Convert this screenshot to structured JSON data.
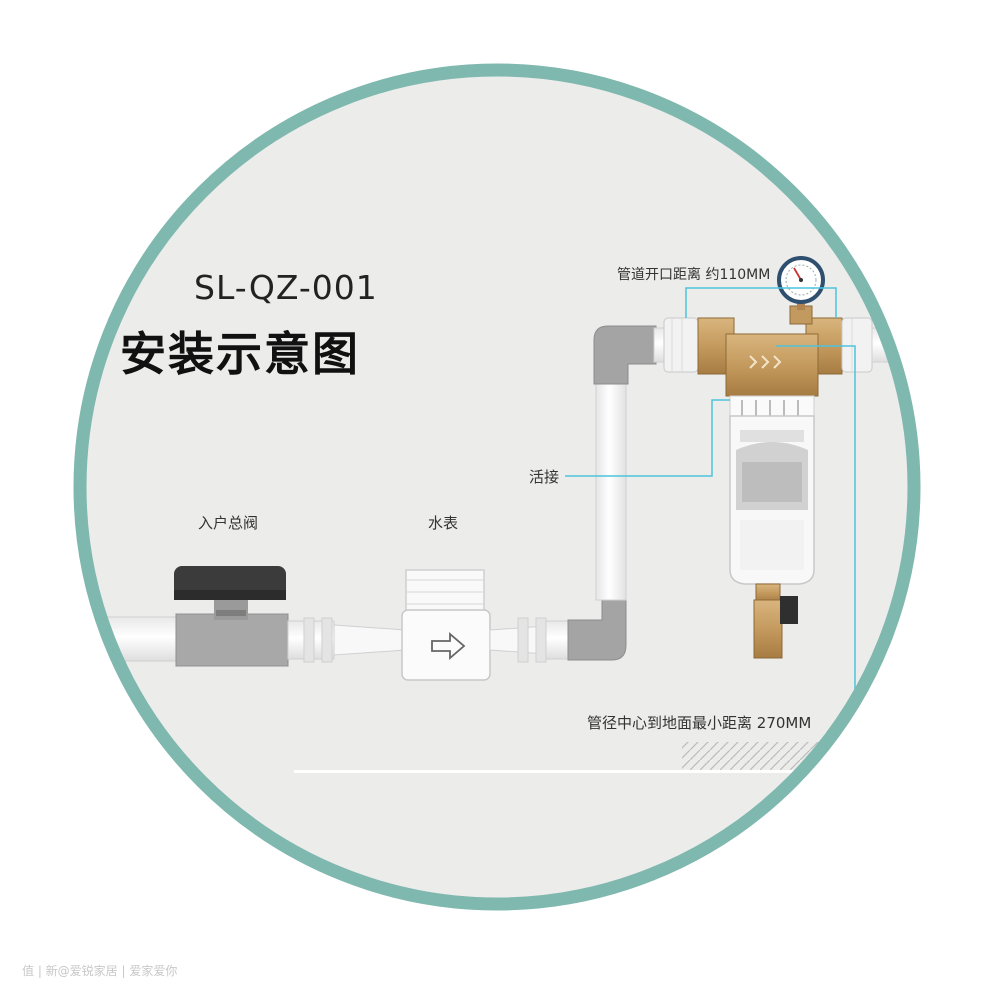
{
  "model": "SL-QZ-001",
  "title": "安装示意图",
  "labels": {
    "main_valve": "入户总阀",
    "water_meter": "水表",
    "union_joint": "活接",
    "pipe_gap": "管道开口距离 约110MM",
    "min_height": "管径中心到地面最小距离 270MM"
  },
  "watermark": "值 | 新@爱锐家居 | 爱家爱你",
  "colors": {
    "ring": "#7fb8ae",
    "background": "#ececeb",
    "pipe_white": "#f7f7f7",
    "fitting_gray": "#a6a6a6",
    "brass": "#c49a5e",
    "leader_line": "#4cc3dd"
  },
  "icons": [
    "arrow-right-icon",
    "pressure-gauge-icon",
    "flow-chevrons-icon"
  ]
}
